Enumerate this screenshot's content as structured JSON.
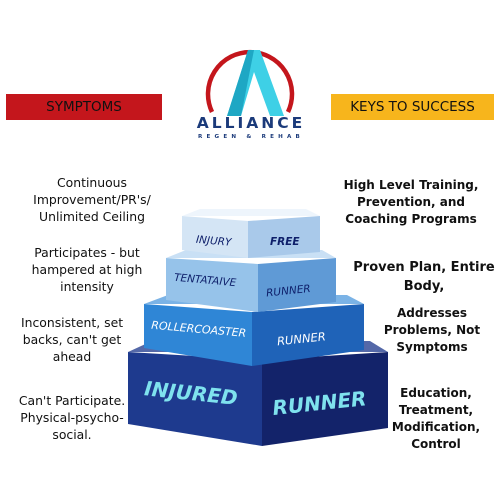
{
  "brand": {
    "name": "ALLIANCE",
    "tagline": "REGEN & REHAB"
  },
  "banners": {
    "left": "SYMPTOMS",
    "right": "KEYS TO SUCCESS"
  },
  "symptoms": [
    "Continuous Improvement/PR's/ Unlimited Ceiling",
    "Participates - but hampered at high intensity",
    "Inconsistent, set backs, can't get ahead",
    "Can't Participate. Physical-psycho-social."
  ],
  "keys": [
    "High Level Training, Prevention, and Coaching Programs",
    "Proven Plan, Entire Body,",
    "Addresses Problems, Not Symptoms",
    "Education, Treatment, Modification, Control"
  ],
  "pyramid": [
    {
      "left": "INJURY",
      "right": "FREE"
    },
    {
      "left": "TENTATAIVE",
      "right": "RUNNER"
    },
    {
      "left": "ROLLERCOASTER",
      "right": "RUNNER"
    },
    {
      "left": "INJURED",
      "right": "RUNNER"
    }
  ],
  "colors": {
    "tier1": "#c8dcf2",
    "tier2": "#8fbde8",
    "tier3": "#2f86d6",
    "tier4": "#1c2d7a",
    "tier_text_light": "#0e1f6a",
    "tier_text_dark": "#7fe2ee",
    "symptoms_banner": "#c4161c",
    "keys_banner": "#f7b51c",
    "logo_ring": "#c4161c",
    "logo_mark": "#3ed0e6"
  }
}
